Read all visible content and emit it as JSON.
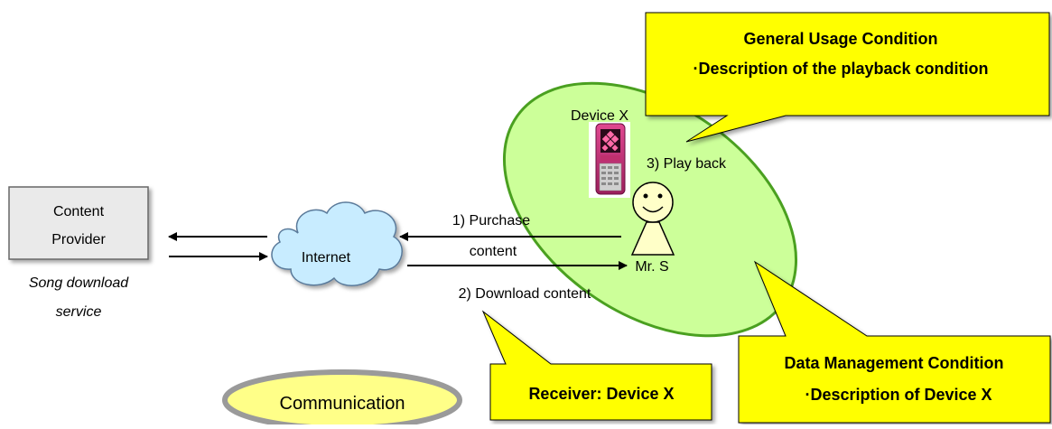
{
  "colors": {
    "callout_fill": "#ffff00",
    "ellipse_fill": "#ccff99",
    "ellipse_stroke": "#4aa020",
    "cloud_fill": "#c8ecff",
    "provider_fill": "#eaeaea",
    "communication_fill": "#ffff88",
    "communication_stroke": "#9a9a9a"
  },
  "provider": {
    "line1": "Content",
    "line2": "Provider",
    "caption1": "Song download",
    "caption2": "service"
  },
  "internet": {
    "label": "Internet"
  },
  "steps": {
    "purchase_line1": "1) Purchase",
    "purchase_line2": "content",
    "download": "2) Download content",
    "playback": "3) Play back"
  },
  "device": {
    "label": "Device X",
    "image_icon": "mobile-phone-icon"
  },
  "user": {
    "label": "Mr. S",
    "icon": "person-icon"
  },
  "callouts": {
    "general_title": "General Usage Condition",
    "general_detail": "·Description of the playback condition",
    "data_title": "Data Management Condition",
    "data_detail": "·Description of Device X",
    "receiver": "Receiver: Device X"
  },
  "communication": {
    "label": "Communication"
  }
}
